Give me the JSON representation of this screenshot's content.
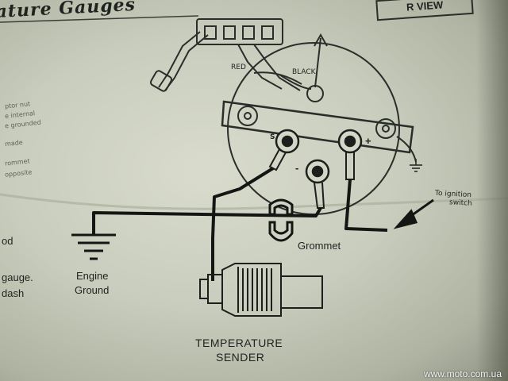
{
  "diagram": {
    "title": "ature Gauges",
    "view_label": "R VIEW",
    "wires": {
      "red": "RED",
      "black": "BLACK"
    },
    "terminals": {
      "sender": "S",
      "negative": "-",
      "positive": "+"
    },
    "grommet": "Grommet",
    "ignition": [
      "To ignition",
      "switch"
    ],
    "engine_ground": [
      "Engine",
      "Ground"
    ],
    "sender": [
      "TEMPERATURE",
      "SENDER"
    ],
    "left_text_fragments": [
      "ptor nut",
      "e internal",
      "e grounded",
      "made",
      "rommet",
      "opposite"
    ],
    "left_side_text": [
      "od",
      "gauge.",
      "dash"
    ]
  },
  "watermark": "www.moto.com.ua"
}
